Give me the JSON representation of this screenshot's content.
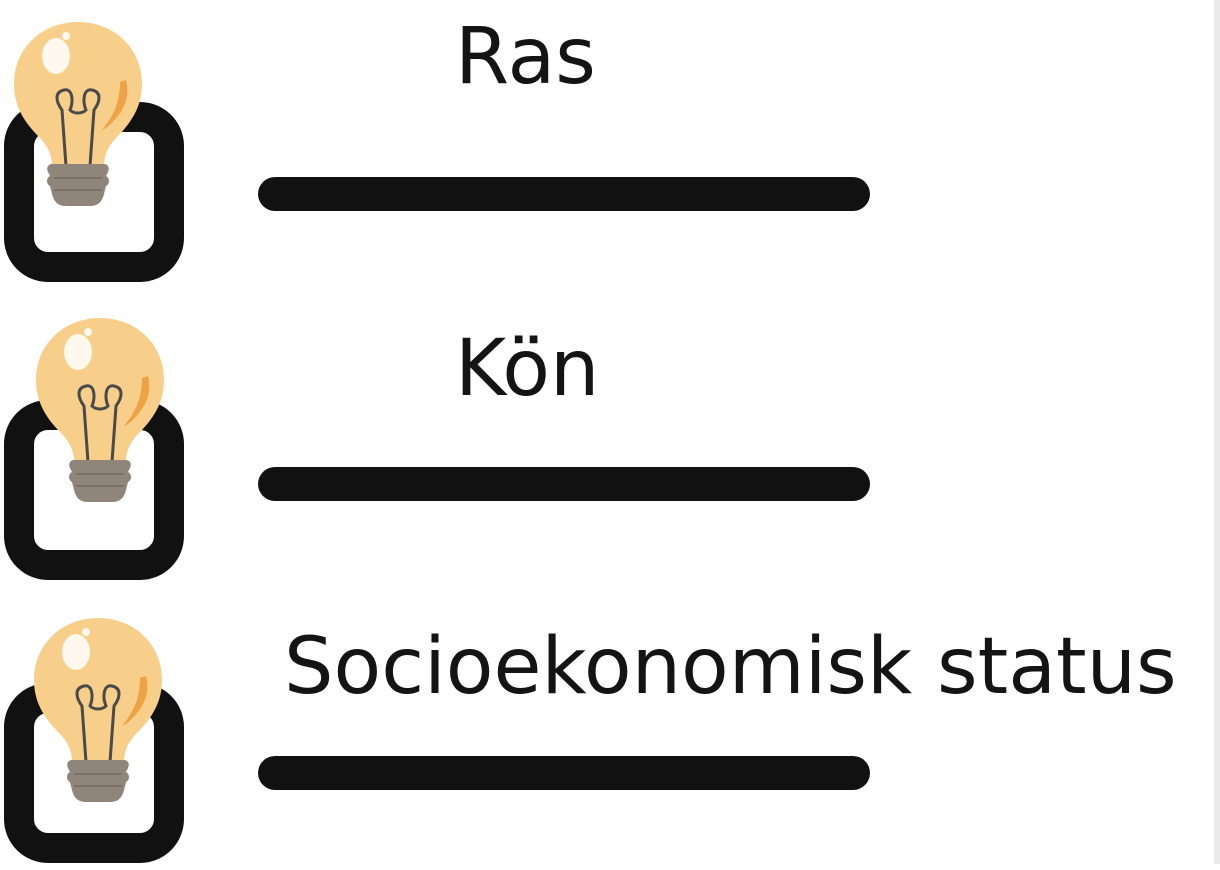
{
  "items": [
    {
      "label": "Ras"
    },
    {
      "label": "Kön"
    },
    {
      "label": "Socioekonomisk status"
    }
  ],
  "colors": {
    "ink": "#111111",
    "bulb_glass": "#f8cf8a",
    "bulb_shade": "#eda246",
    "bulb_base": "#8f857b",
    "background": "#ffffff"
  },
  "icons": {
    "item_marker": "lightbulb-icon",
    "item_box": "checkbox-icon"
  }
}
